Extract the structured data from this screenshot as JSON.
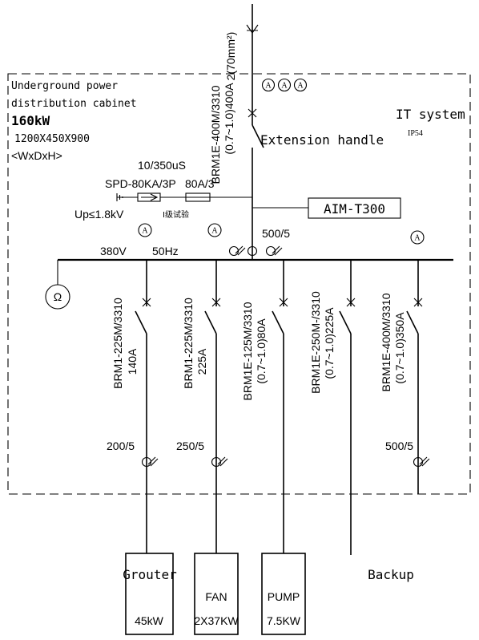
{
  "cabinet": {
    "title_line1": "Underground power",
    "title_line2": "distribution cabinet",
    "power": "160kW",
    "dimensions": "1200X450X900",
    "dimension_format": "<WxDxH>"
  },
  "system": {
    "type": "IT system",
    "protection": "IP54",
    "ammeter_symbol": "A",
    "ohmmeter_symbol": "Ω"
  },
  "incoming": {
    "cable": "2(70mm²)",
    "breaker_model": "BRM1E-400M/3310",
    "breaker_setting": "(0.7~1.0)400A",
    "handle": "Extension handle"
  },
  "spd": {
    "impulse": "10/350uS",
    "model": "SPD-80KA/3P",
    "fuse": "80A/3",
    "up": "Up≤1.8kV",
    "test_class": "I级试验"
  },
  "monitor": {
    "device": "AIM-T300"
  },
  "bus": {
    "voltage": "380V",
    "frequency": "50Hz",
    "main_ct": "500/5"
  },
  "feeders": [
    {
      "breaker_line1": "BRM1-225M/3310",
      "breaker_line2": "140A",
      "ct": "200/5",
      "load_name": "Grouter",
      "load_power": "45kW"
    },
    {
      "breaker_line1": "BRM1-225M/3310",
      "breaker_line2": "225A",
      "ct": "250/5",
      "load_name": "FAN",
      "load_power": "2X37KW"
    },
    {
      "breaker_line1": "BRM1E-125M/3310",
      "breaker_line2": "(0.7~1.0)80A",
      "ct": "",
      "load_name": "PUMP",
      "load_power": "7.5KW"
    },
    {
      "breaker_line1": "BRM1E-250M-/3310",
      "breaker_line2": "(0.7~1.0)225A",
      "ct": "",
      "load_name": "Backup",
      "load_power": ""
    },
    {
      "breaker_line1": "BRM1E-400M/3310",
      "breaker_line2": "(0.7~1.0)350A",
      "ct": "500/5",
      "load_name": "",
      "load_power": ""
    }
  ]
}
